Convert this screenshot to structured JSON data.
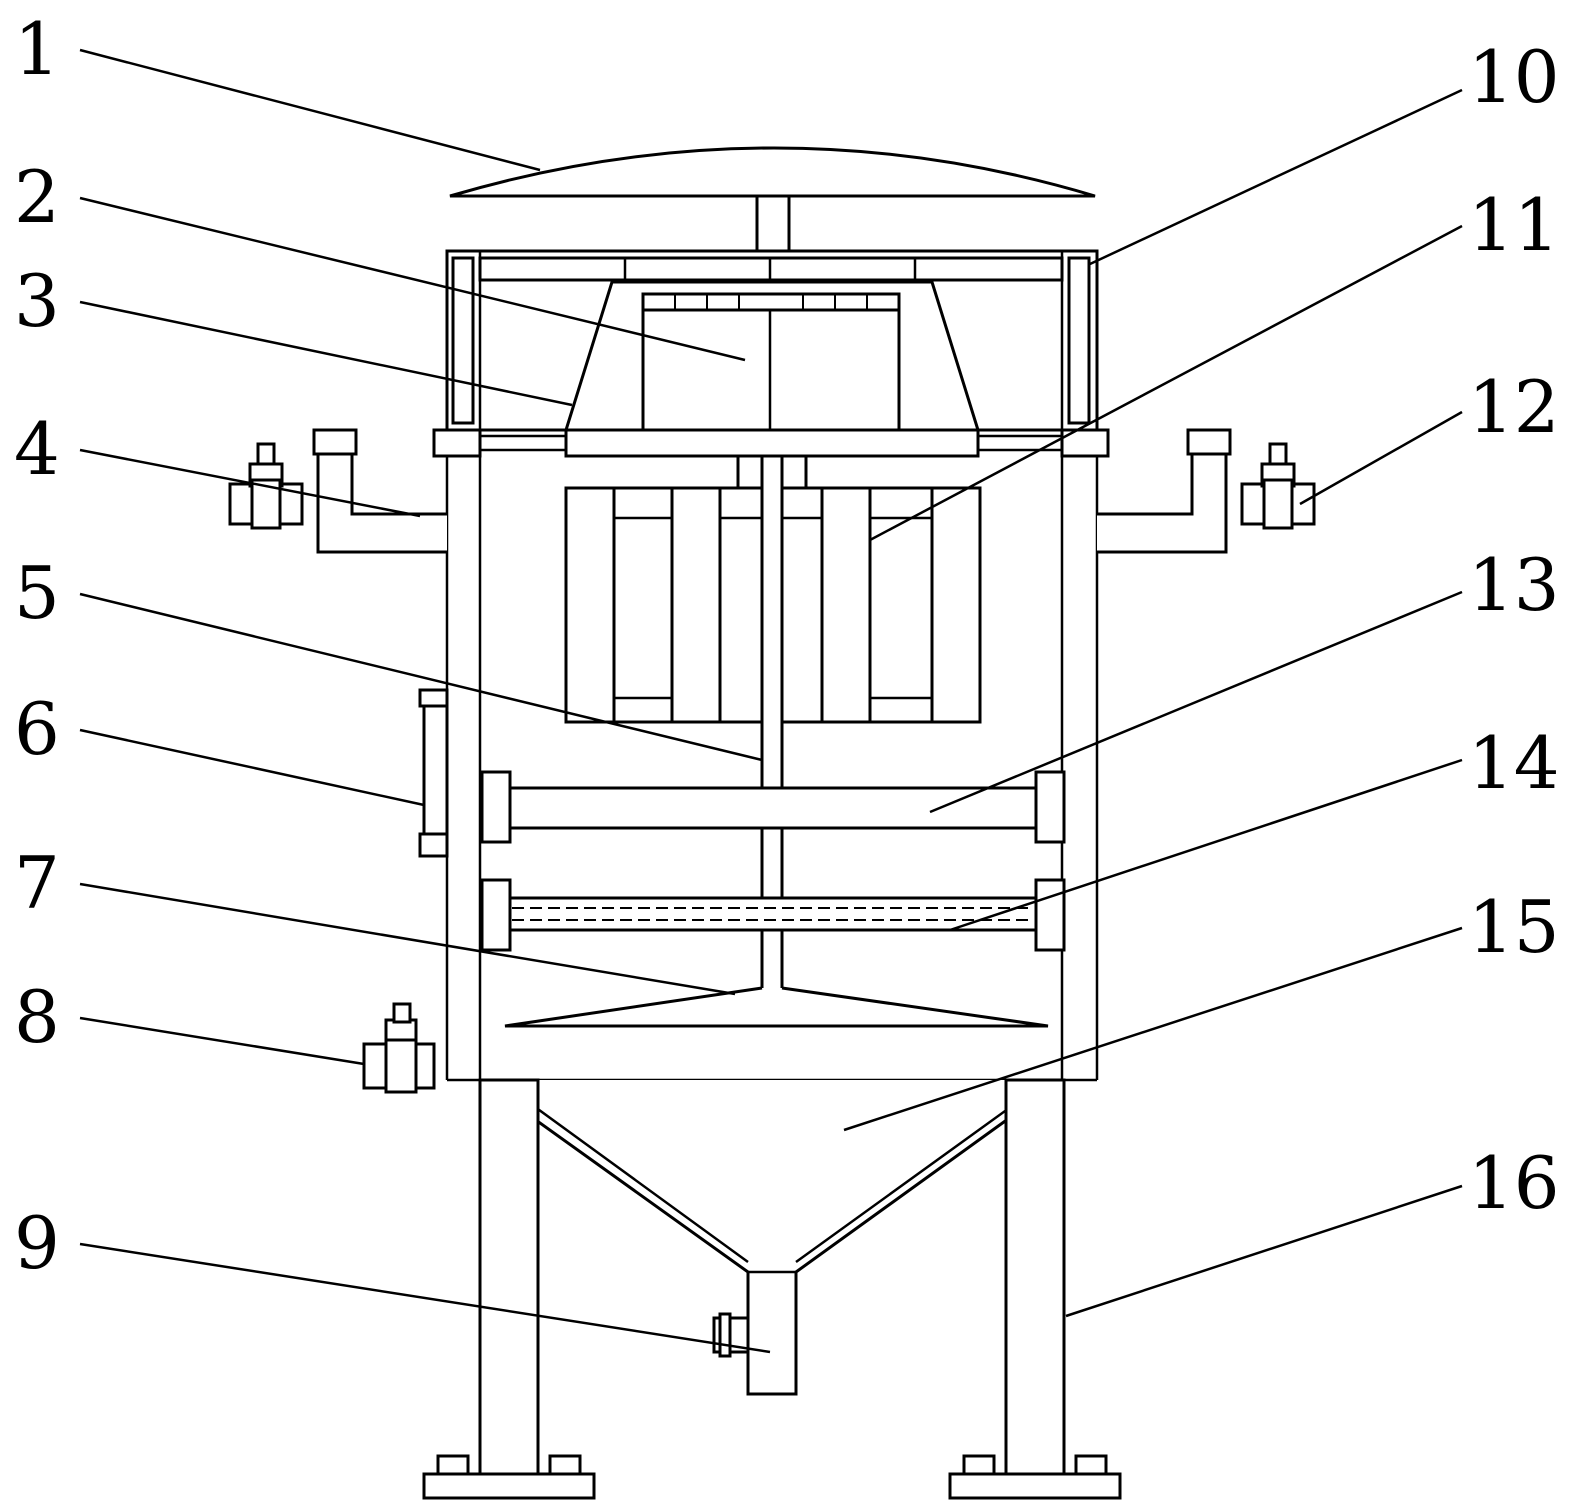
{
  "labels": [
    {
      "id": "label-1",
      "text": "1"
    },
    {
      "id": "label-2",
      "text": "2"
    },
    {
      "id": "label-3",
      "text": "3"
    },
    {
      "id": "label-4",
      "text": "4"
    },
    {
      "id": "label-5",
      "text": "5"
    },
    {
      "id": "label-6",
      "text": "6"
    },
    {
      "id": "label-7",
      "text": "7"
    },
    {
      "id": "label-8",
      "text": "8"
    },
    {
      "id": "label-9",
      "text": "9"
    },
    {
      "id": "label-10",
      "text": "10"
    },
    {
      "id": "label-11",
      "text": "11"
    },
    {
      "id": "label-12",
      "text": "12"
    },
    {
      "id": "label-13",
      "text": "13"
    },
    {
      "id": "label-14",
      "text": "14"
    },
    {
      "id": "label-15",
      "text": "15"
    },
    {
      "id": "label-16",
      "text": "16"
    }
  ],
  "colors": {
    "ink": "#000000",
    "paper": "#ffffff"
  }
}
